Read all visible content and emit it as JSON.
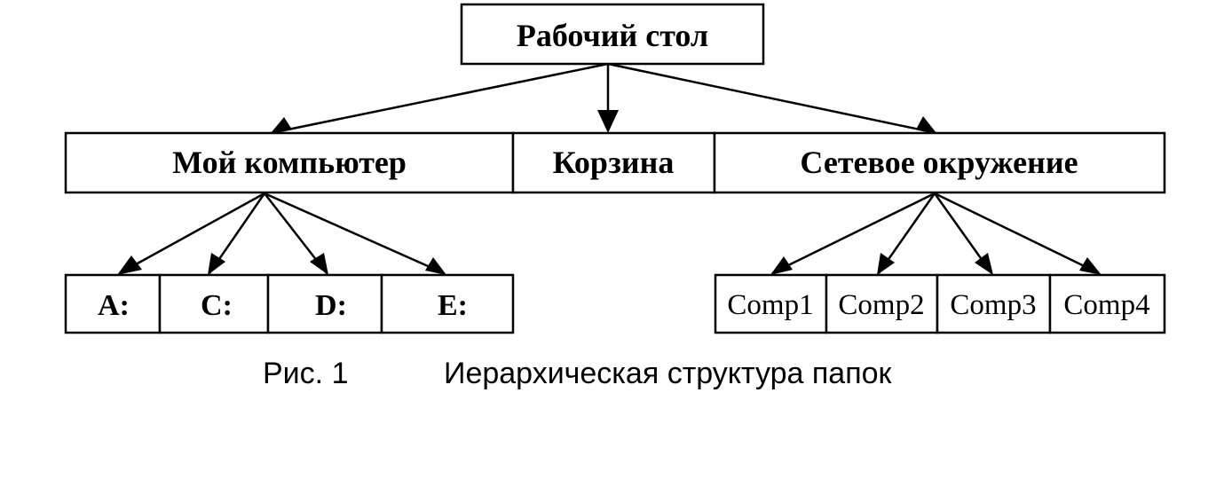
{
  "root": {
    "label": "Рабочий стол"
  },
  "level1": [
    {
      "label": "Мой компьютер"
    },
    {
      "label": "Корзина"
    },
    {
      "label": "Сетевое окружение"
    }
  ],
  "drives": [
    {
      "label": "A:"
    },
    {
      "label": "C:"
    },
    {
      "label": "D:"
    },
    {
      "label": "E:"
    }
  ],
  "network": [
    {
      "label": "Comp1"
    },
    {
      "label": "Comp2"
    },
    {
      "label": "Comp3"
    },
    {
      "label": "Comp4"
    }
  ],
  "caption": {
    "figure": "Рис. 1",
    "text": "Иерархическая структура папок"
  }
}
